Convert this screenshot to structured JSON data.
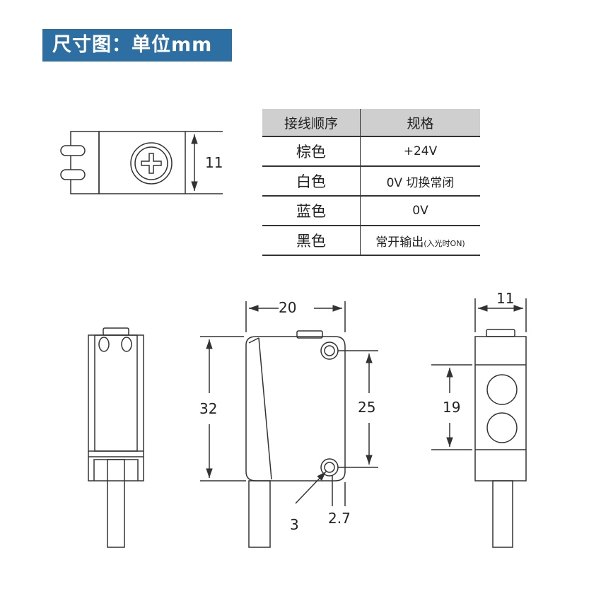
{
  "title": "尺寸图：单位mm",
  "table": {
    "headers": [
      "接线顺序",
      "规格"
    ],
    "rows": [
      {
        "color": "棕色",
        "spec": "+24V",
        "note": ""
      },
      {
        "color": "白色",
        "spec": "0V 切换常闭",
        "note": ""
      },
      {
        "color": "蓝色",
        "spec": "0V",
        "note": ""
      },
      {
        "color": "黑色",
        "spec": "常开输出",
        "note": "(入光时ON)"
      }
    ]
  },
  "dimensions": {
    "top_view_height": "11",
    "front_width": "20",
    "front_height": "32",
    "hole_pitch": "25",
    "hole_diameter": "3",
    "hole_offset": "2.7",
    "side_width": "11",
    "lens_pitch": "19"
  },
  "colors": {
    "banner": "#2e6fa3",
    "line": "#333333",
    "header_fill": "#cfcfcf"
  }
}
